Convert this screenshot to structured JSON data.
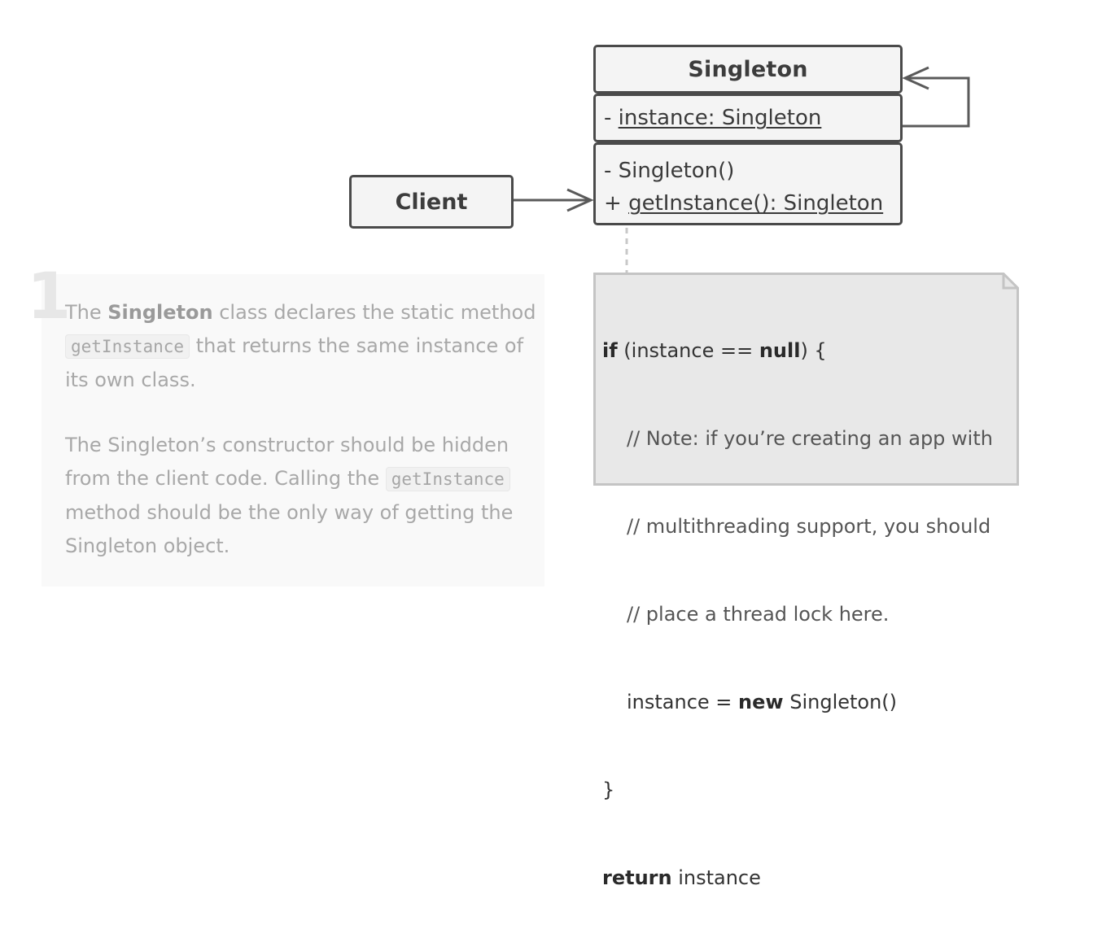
{
  "diagram": {
    "singleton_class": {
      "name": "Singleton",
      "field_prefix": "- ",
      "field": "instance: Singleton",
      "method_1": "- Singleton()",
      "method_2_prefix": "+ ",
      "method_2": "getInstance(): Singleton"
    },
    "client": {
      "label": "Client"
    },
    "note": {
      "line_1_kw": "if",
      "line_1_mid": " (instance == ",
      "line_1_kw2": "null",
      "line_1_end": ") {",
      "line_2": "// Note: if you’re creating an app with",
      "line_3": "// multithreading support, you should",
      "line_4": "// place a thread lock here.",
      "line_5_pre": "instance = ",
      "line_5_kw": "new",
      "line_5_post": " Singleton()",
      "line_6": "}",
      "line_7_kw": "return",
      "line_7_post": " instance"
    }
  },
  "explanation": {
    "step_number": "1",
    "para_1_pre": "The ",
    "para_1_bold": "Singleton",
    "para_1_mid": " class declares the static method ",
    "para_1_code": "getInstance",
    "para_1_post": " that returns the same instance of its own class.",
    "para_2_pre": "The Singleton’s constructor should be hidden from the client code. Calling the ",
    "para_2_code": "getInstance",
    "para_2_post": " method should be the only way of getting the Singleton object."
  },
  "colors": {
    "border": "#4a4a4a",
    "box_fill": "#f4f4f4",
    "note_fill": "#e8e8e8",
    "note_border": "#c4c4c4",
    "dashed_line": "#c8c8c8",
    "panel_fill": "#f9f9f9"
  }
}
